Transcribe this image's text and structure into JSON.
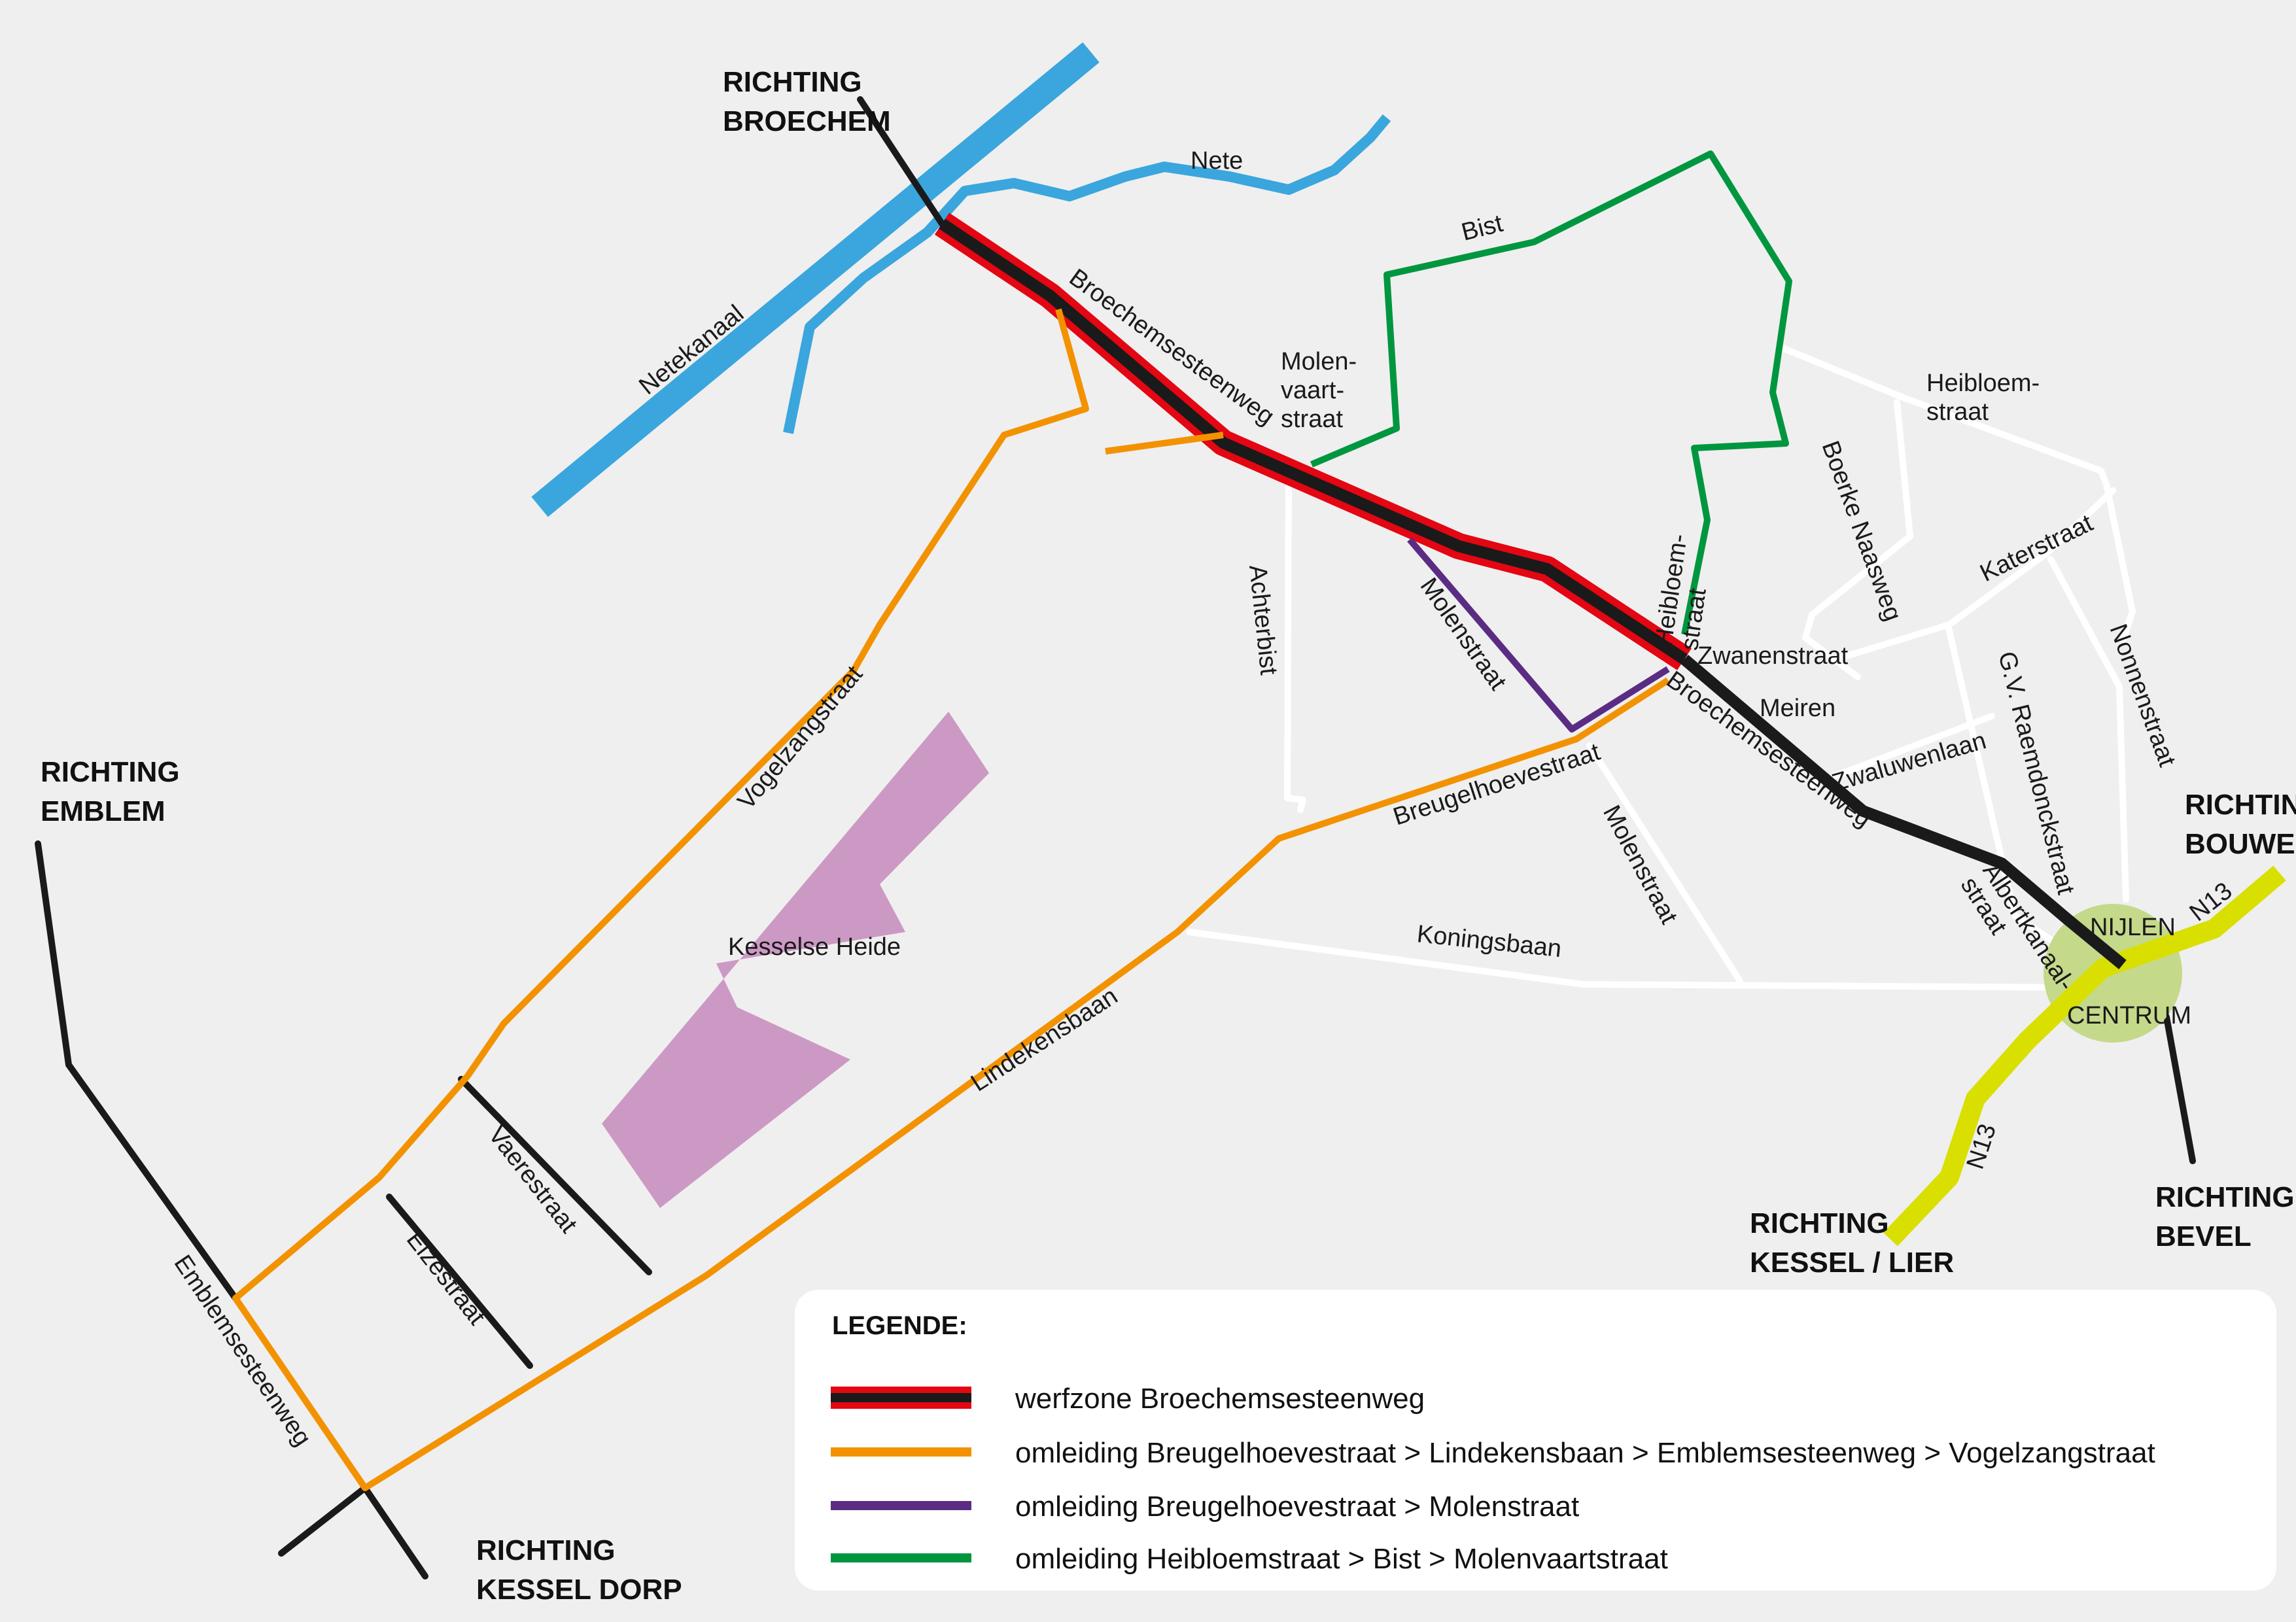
{
  "colors": {
    "background": "#efefef",
    "water": "#3aa6dd",
    "minor_road": "#ffffff",
    "road": "#1a1a1a",
    "worksite": "#e30613",
    "detour_orange": "#f39200",
    "detour_purple": "#5b2c83",
    "detour_green": "#009640",
    "heath": "#cc99c4",
    "n13": "#d9df00",
    "centrum": "#c5d98a"
  },
  "directions": {
    "broechem": [
      "RICHTING",
      "BROECHEM"
    ],
    "emblem": [
      "RICHTING",
      "EMBLEM"
    ],
    "bouwel": [
      "RICHTING",
      "BOUWEL"
    ],
    "bevel": [
      "RICHTING",
      "BEVEL"
    ],
    "kessel_lier": [
      "RICHTING",
      "KESSEL / LIER"
    ],
    "kessel_dorp": [
      "RICHTING",
      "KESSEL DORP"
    ]
  },
  "centrum": [
    "NIJLEN",
    "CENTRUM"
  ],
  "labels": {
    "netekanaal": "Netekanaal",
    "nete": "Nete",
    "bist": "Bist",
    "broechemsesteenweg": "Broechemsesteenweg",
    "molenvaartstraat": [
      "Molen-",
      "vaart-",
      "straat"
    ],
    "heibloemstraat_vertical": [
      "Heibloem-",
      "straat"
    ],
    "heibloemstraat": [
      "Heibloem-",
      "straat"
    ],
    "boerke_naasweg": "Boerke Naasweg",
    "katerstraat": "Katerstraat",
    "zwanenstraat": "Zwanenstraat",
    "meiren": "Meiren",
    "zwaluwenlaan": "Zwaluwenlaan",
    "gv_raemdonckstraat": "G.V. Raemdonckstraat",
    "nonnenstraat": "Nonnenstraat",
    "albertkanaalstraat": [
      "Albertkanaal-",
      "straat"
    ],
    "achterbist": "Achterbist",
    "molenstraat": "Molenstraat",
    "vogelzangstraat": "Vogelzangstraat",
    "kesselse_heide": "Kesselse Heide",
    "breugelhoevestraat": "Breugelhoevestraat",
    "koningsbaan": "Koningsbaan",
    "lindekensbaan": "Lindekensbaan",
    "vaerestraat": "Vaerestraat",
    "elzestraat": "Elzestraat",
    "emblemsesteenweg": "Emblemsesteenweg",
    "n13": "N13"
  },
  "legend": {
    "title": "LEGENDE:",
    "items": [
      {
        "label": "werfzone Broechemsesteenweg",
        "color": "#e30613",
        "style": "worksite"
      },
      {
        "label": "omleiding Breugelhoevestraat > Lindekensbaan > Emblemsesteenweg > Vogelzangstraat",
        "color": "#f39200",
        "style": "line"
      },
      {
        "label": "omleiding Breugelhoevestraat > Molenstraat",
        "color": "#5b2c83",
        "style": "line"
      },
      {
        "label": "omleiding Heibloemstraat > Bist > Molenvaartstraat",
        "color": "#009640",
        "style": "line"
      }
    ]
  }
}
